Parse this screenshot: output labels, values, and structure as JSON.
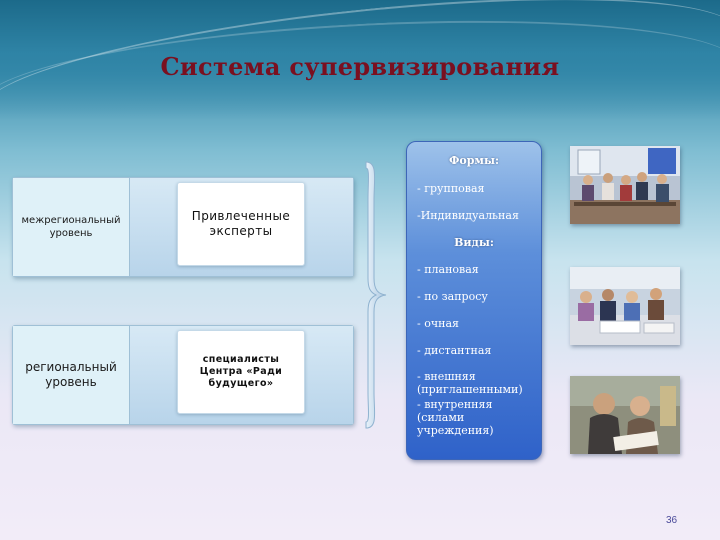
{
  "slide": {
    "title": "Система супервизирования",
    "page_number": "36"
  },
  "levels": [
    {
      "label_lines": [
        "межрегиональный",
        "уровень"
      ],
      "who_lines": [
        "Привлеченные",
        "эксперты"
      ]
    },
    {
      "label_lines": [
        "региональный",
        "уровень"
      ],
      "who_lines": [
        "специалисты",
        "Центра «Ради",
        "будущего»"
      ]
    }
  ],
  "forms_box": {
    "forms_heading": "Формы:",
    "forms_items": [
      "- групповая",
      "-Индивидуальная"
    ],
    "types_heading": "Виды:",
    "types_items": [
      "- плановая",
      "- по запросу",
      "- очная",
      "- дистантная",
      "- внешняя (приглашенными)",
      "- внутренняя (силами учреждения)"
    ]
  },
  "colors": {
    "title": "#7a1020",
    "forms_box": "#2f62c9",
    "header": "#1d6d8c"
  }
}
